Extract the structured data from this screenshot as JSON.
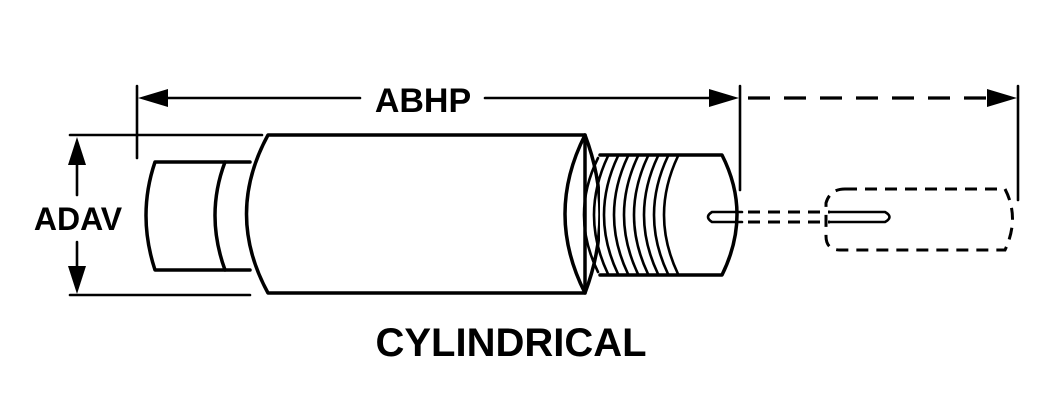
{
  "labels": {
    "length": "ABHP",
    "diameter": "ADAV",
    "title": "CYLINDRICAL"
  },
  "colors": {
    "ink": "#000000",
    "background": "#ffffff"
  }
}
